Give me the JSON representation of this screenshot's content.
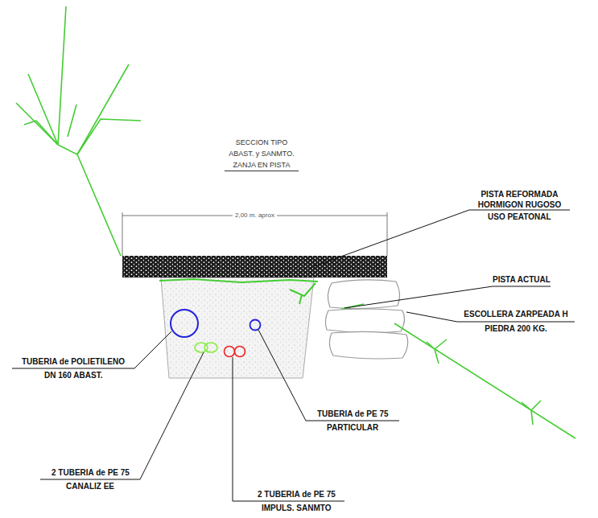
{
  "diagram": {
    "title": "SECCION TIPO ABAST. y SANMTO. ZANJA EN PISTA",
    "labels": [
      "2,00 m. aprox",
      "PISTA REFORMADA HORMIGON RUGOSO",
      "USO PEATONAL",
      "PISTA ACTUAL",
      "ESCOLLERA ZARPEADA H PIEDRA 200 KG.",
      "TUBERIA de POLIETILENO",
      "DN 160 ABAST.",
      "TUBERIA de PE 75",
      "PARTICULAR",
      "2 TUBERIA de PE 75",
      "CANALIZ EE",
      "2 TUBERIA de PE 75",
      "IMPULS. SANMTO"
    ]
  }
}
